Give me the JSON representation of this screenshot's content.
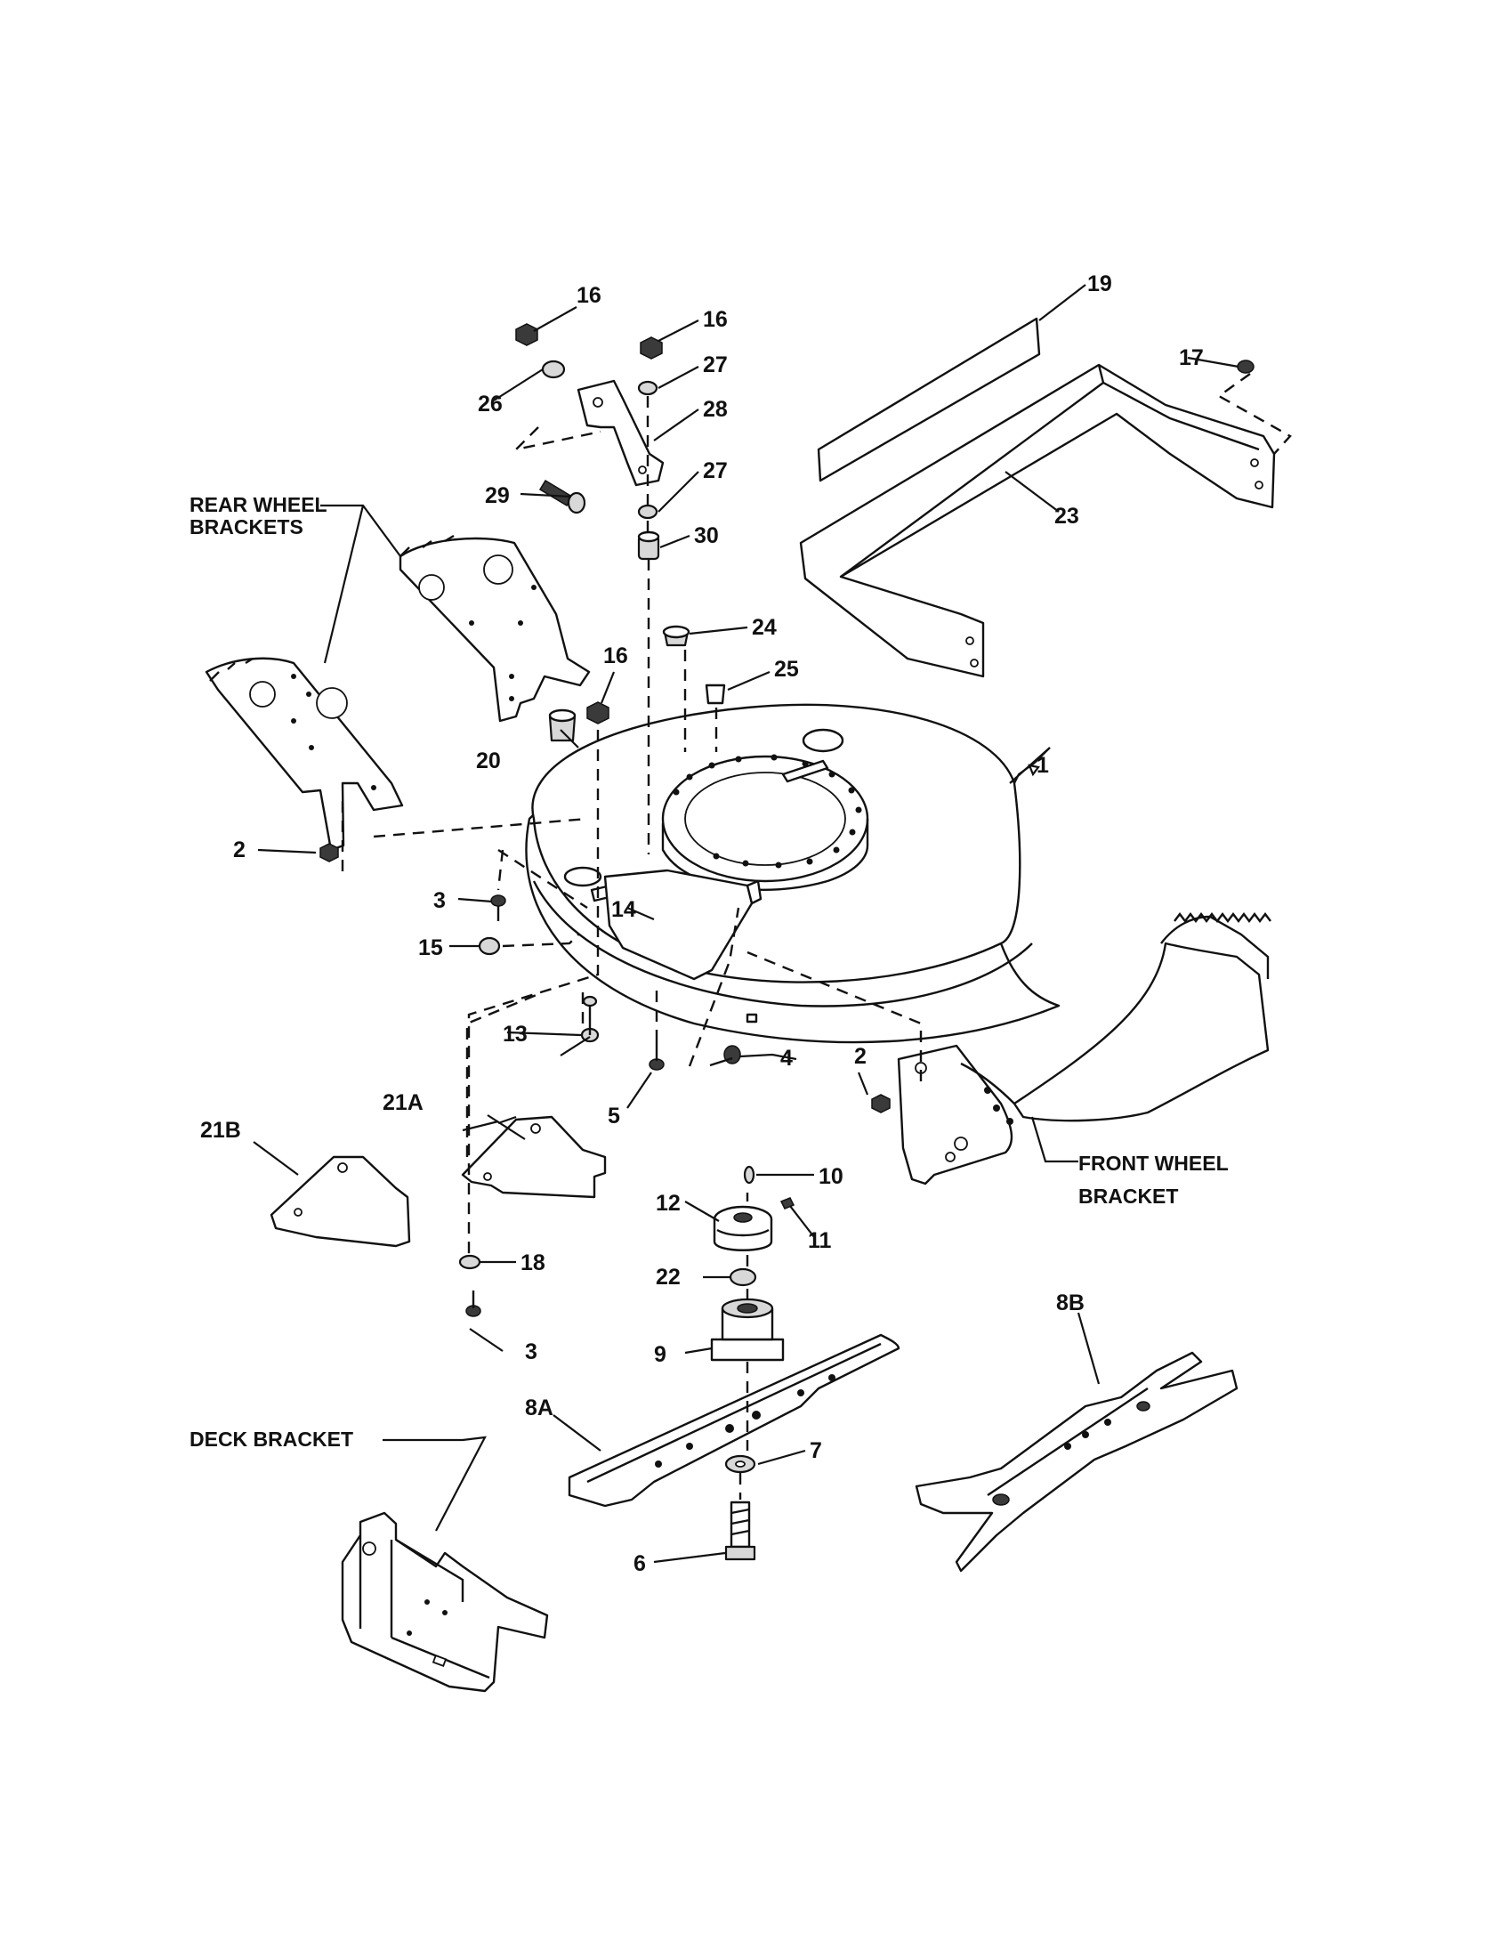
{
  "callouts": {
    "c1": "1",
    "c2a": "2",
    "c2b": "2",
    "c3a": "3",
    "c3b": "3",
    "c4": "4",
    "c5": "5",
    "c6": "6",
    "c7": "7",
    "c8a": "8A",
    "c8b": "8B",
    "c9": "9",
    "c10": "10",
    "c11": "11",
    "c12": "12",
    "c13": "13",
    "c14": "14",
    "c15": "15",
    "c16a": "16",
    "c16b": "16",
    "c16c": "16",
    "c17": "17",
    "c18": "18",
    "c19": "19",
    "c20": "20",
    "c21a": "21A",
    "c21b": "21B",
    "c22": "22",
    "c23": "23",
    "c24": "24",
    "c25": "25",
    "c26": "26",
    "c27a": "27",
    "c27b": "27",
    "c28": "28",
    "c29": "29",
    "c30": "30"
  },
  "labels": {
    "rear_wheel_1": "REAR WHEEL",
    "rear_wheel_2": "BRACKETS",
    "front_wheel_1": "FRONT WHEEL",
    "front_wheel_2": "BRACKET",
    "deck_bracket": "DECK BRACKET"
  }
}
